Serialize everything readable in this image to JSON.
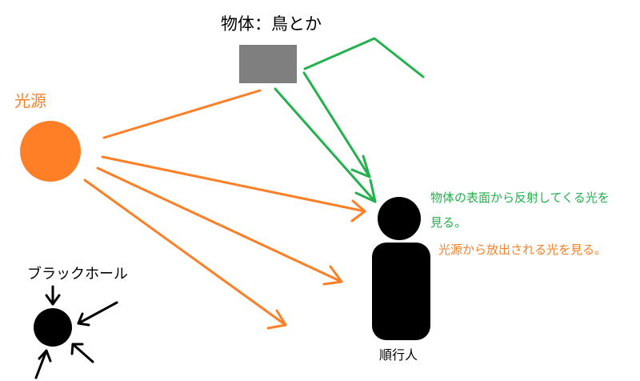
{
  "labels": {
    "object": "物体：鳥とか",
    "light_source": "光源",
    "black_hole": "ブラックホール",
    "observer": "順行人"
  },
  "notes": {
    "reflected": "物体の表面から反射してくる光を\n見る。",
    "emitted": "光源から放出される光を見る。"
  },
  "colors": {
    "light_source": "#ff7f27",
    "reflected_light": "#22b14c",
    "object": "#7f7f7f",
    "observer": "#000000",
    "black_hole": "#000000"
  }
}
